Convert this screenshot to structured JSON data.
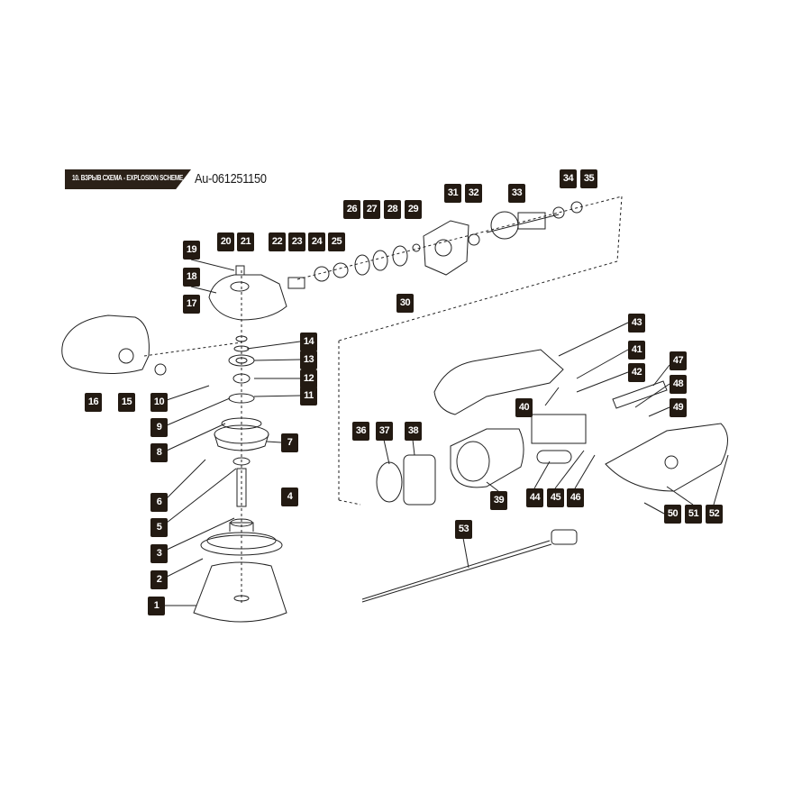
{
  "header": {
    "section_title": "10. ВЗРЫВ СХЕМА - EXPLOSION SCHEME",
    "model_code": "Au-061251150"
  },
  "labels": [
    "1",
    "2",
    "3",
    "4",
    "5",
    "6",
    "7",
    "8",
    "9",
    "10",
    "11",
    "12",
    "13",
    "14",
    "15",
    "16",
    "17",
    "18",
    "19",
    "20",
    "21",
    "22",
    "23",
    "24",
    "25",
    "26",
    "27",
    "28",
    "29",
    "30",
    "31",
    "32",
    "33",
    "34",
    "35",
    "36",
    "37",
    "38",
    "39",
    "40",
    "41",
    "42",
    "43",
    "44",
    "45",
    "46",
    "47",
    "48",
    "49",
    "50",
    "51",
    "52",
    "53"
  ],
  "colors": {
    "label_bg": "#231a12",
    "line": "#222222"
  }
}
